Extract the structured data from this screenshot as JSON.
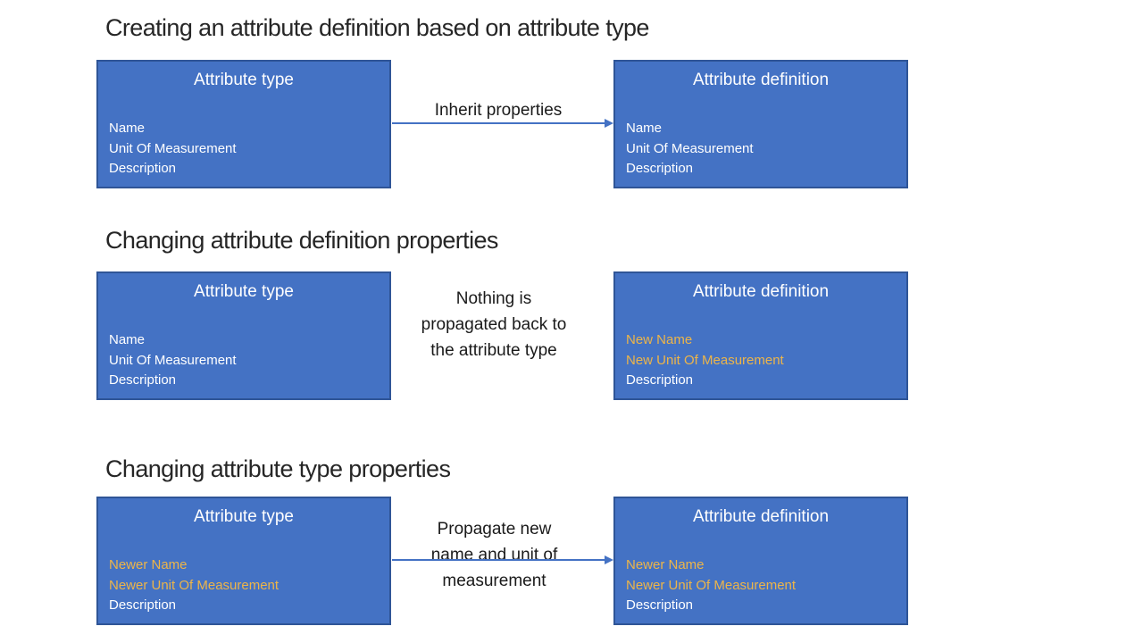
{
  "colors": {
    "box_fill": "#4472C4",
    "box_border": "#2F5597",
    "box_title_text": "#FFFFFF",
    "item_default_text": "#FFFFFF",
    "item_changed_text": "#EDB549",
    "heading_text": "#262626",
    "connector_label_text": "#1A1A1A",
    "connector_line": "#4472C4",
    "background": "#FFFFFF"
  },
  "sections": [
    {
      "heading": "Creating an attribute definition based on attribute type",
      "left_box": {
        "title": "Attribute type",
        "items": [
          {
            "text": "Name",
            "style": "white"
          },
          {
            "text": "Unit Of Measurement",
            "style": "white"
          },
          {
            "text": "Description",
            "style": "white"
          }
        ]
      },
      "connector": {
        "label": "Inherit properties",
        "has_arrow": true
      },
      "right_box": {
        "title": "Attribute definition",
        "items": [
          {
            "text": "Name",
            "style": "white"
          },
          {
            "text": "Unit Of Measurement",
            "style": "white"
          },
          {
            "text": "Description",
            "style": "white"
          }
        ]
      }
    },
    {
      "heading": "Changing attribute definition properties",
      "left_box": {
        "title": "Attribute type",
        "items": [
          {
            "text": "Name",
            "style": "white"
          },
          {
            "text": "Unit Of Measurement",
            "style": "white"
          },
          {
            "text": "Description",
            "style": "white"
          }
        ]
      },
      "connector": {
        "label": "Nothing is propagated back to the attribute type",
        "has_arrow": false
      },
      "right_box": {
        "title": "Attribute definition",
        "items": [
          {
            "text": "New Name",
            "style": "gold"
          },
          {
            "text": "New Unit Of Measurement",
            "style": "gold"
          },
          {
            "text": "Description",
            "style": "white"
          }
        ]
      }
    },
    {
      "heading": "Changing attribute type properties",
      "left_box": {
        "title": "Attribute type",
        "items": [
          {
            "text": "Newer Name",
            "style": "gold"
          },
          {
            "text": "Newer Unit Of Measurement",
            "style": "gold"
          },
          {
            "text": "Description",
            "style": "white"
          }
        ]
      },
      "connector": {
        "label": "Propagate new name and unit of measurement",
        "has_arrow": true
      },
      "right_box": {
        "title": "Attribute definition",
        "items": [
          {
            "text": "Newer Name",
            "style": "gold"
          },
          {
            "text": "Newer Unit Of Measurement",
            "style": "gold"
          },
          {
            "text": "Description",
            "style": "white"
          }
        ]
      }
    }
  ]
}
